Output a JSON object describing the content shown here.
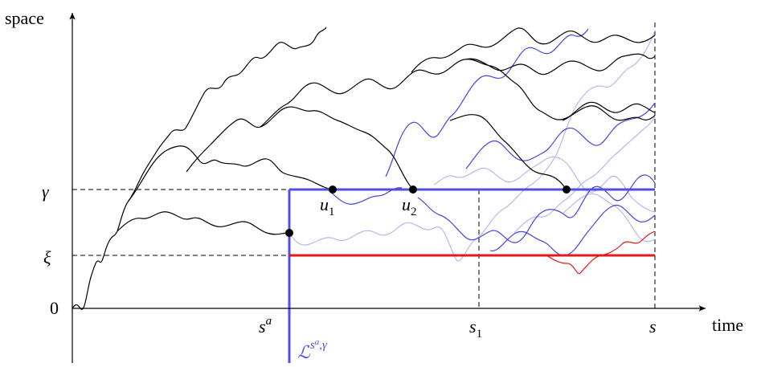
{
  "axes": {
    "y_label": "space",
    "x_label": "time",
    "origin_label": "0"
  },
  "levels": {
    "gamma": "γ",
    "xi": "ξ"
  },
  "times": {
    "sa_base": "s",
    "sa_sup": "a",
    "s1_base": "s",
    "s1_sub": "1",
    "s_label": "s"
  },
  "points": {
    "u1_base": "u",
    "u1_sub": "1",
    "u2_base": "u",
    "u2_sub": "2"
  },
  "region": {
    "label_base": "ℒ",
    "label_sup": "s",
    "label_sup2": "a",
    "label_sup3": ",γ"
  },
  "colors": {
    "black_paths": "#000000",
    "blue_paths": "#4a4ae6",
    "light_blue_paths": "#b5b5ee",
    "red": "#e41a1a",
    "region_blue": "#5050e0"
  }
}
